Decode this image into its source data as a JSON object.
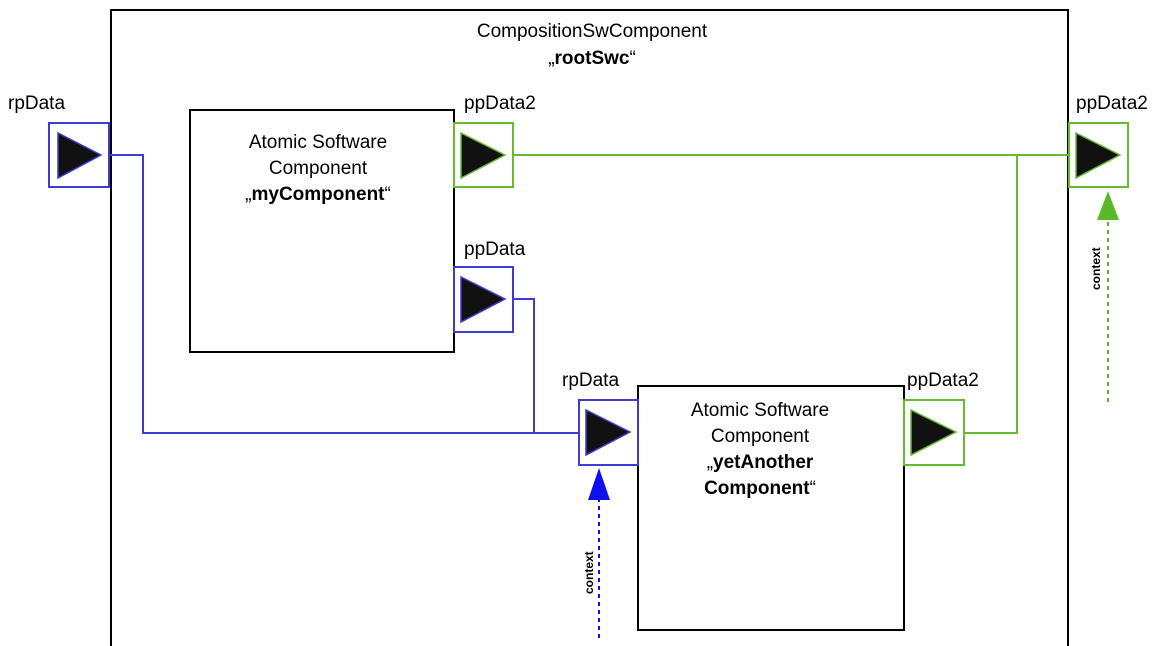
{
  "composition": {
    "type_label": "CompositionSwComponent",
    "name": "rootSwc",
    "quote_open": "„",
    "quote_close": "“"
  },
  "components": {
    "my": {
      "line1": "Atomic Software",
      "line2": "Component",
      "name": "myComponent",
      "quote_open": "„",
      "quote_close": "“"
    },
    "yet": {
      "line1": "Atomic Software",
      "line2": "Component",
      "name_line1": "yetAnother",
      "name_line2": "Component",
      "quote_open": "„",
      "quote_close": "“"
    }
  },
  "ports": {
    "outer_rp": "rpData",
    "outer_pp2": "ppData2",
    "my_pp2": "ppData2",
    "my_pp": "ppData",
    "yet_rp": "rpData",
    "yet_pp2": "ppData2"
  },
  "context_labels": {
    "green": "context",
    "blue": "context"
  },
  "colors": {
    "blue": "#3c3cd2",
    "green": "#66bb33",
    "arrow_blue": "#1010ee",
    "arrow_green": "#5ab82a",
    "triangle": "#111111",
    "border": "#000000"
  }
}
